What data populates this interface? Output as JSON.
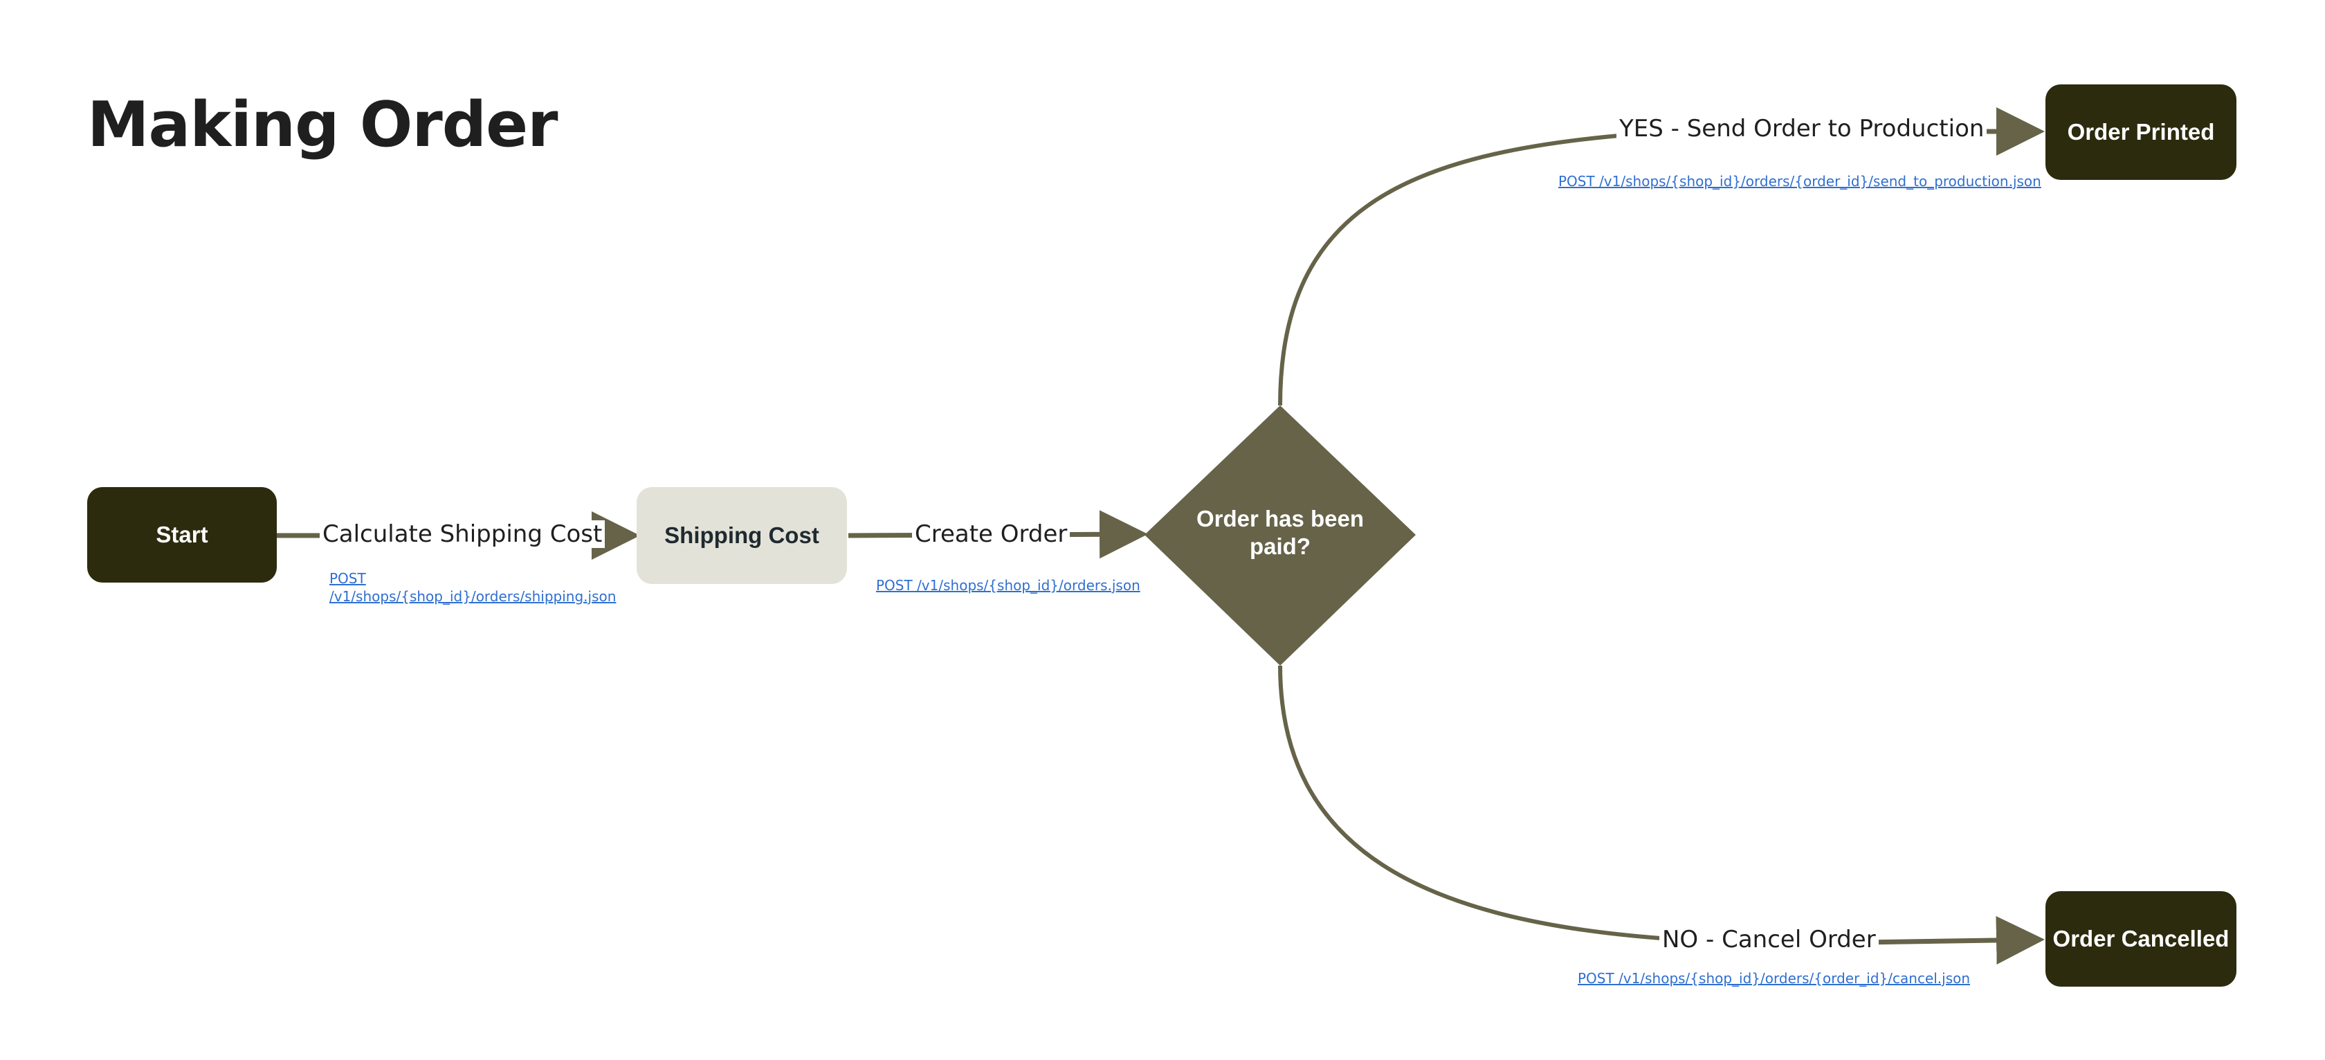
{
  "title": "Making Order",
  "colors": {
    "dark_node": "#2d2b0e",
    "light_node": "#e3e2d8",
    "decision_node": "#666349",
    "edge": "#666349",
    "link": "#2f6fd0"
  },
  "nodes": {
    "start": "Start",
    "shipping_cost": "Shipping Cost",
    "decision": "Order has been paid?",
    "order_printed": "Order Printed",
    "order_cancelled": "Order Cancelled"
  },
  "edges": {
    "calculate_shipping": {
      "label": "Calculate Shipping Cost",
      "endpoint_line1": "POST",
      "endpoint_line2": "/v1/shops/{shop_id}/orders/shipping.json"
    },
    "create_order": {
      "label": "Create Order",
      "endpoint": "POST /v1/shops/{shop_id}/orders.json"
    },
    "yes_production": {
      "label": "YES - Send Order to Production",
      "endpoint": "POST /v1/shops/{shop_id}/orders/{order_id}/send_to_production.json"
    },
    "no_cancel": {
      "label": "NO - Cancel Order",
      "endpoint": "POST /v1/shops/{shop_id}/orders/{order_id}/cancel.json"
    }
  }
}
